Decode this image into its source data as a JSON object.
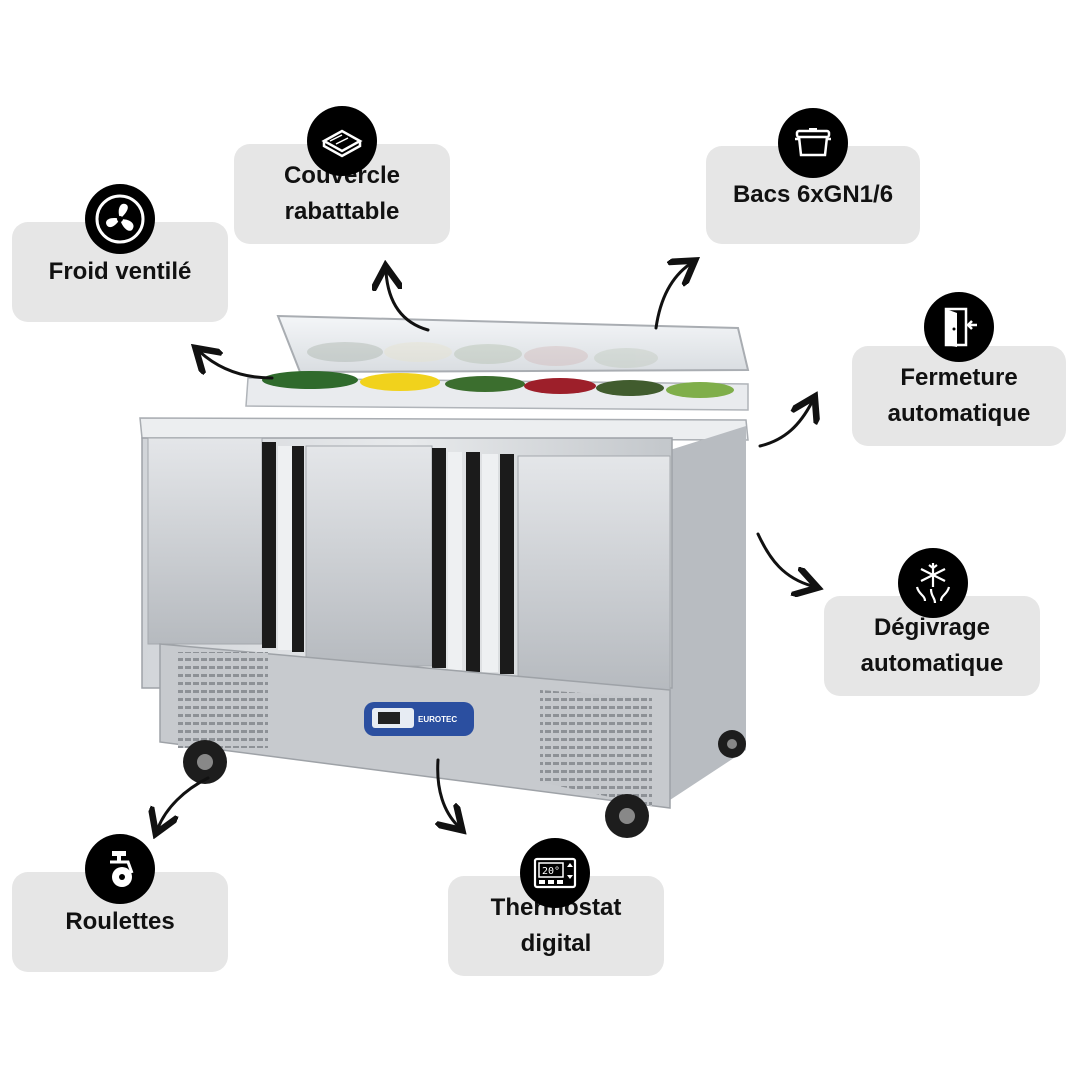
{
  "features": {
    "froid": {
      "label": "Froid ventilé",
      "icon": "fan-icon"
    },
    "couvercle": {
      "label": "Couvercle\nrabattable",
      "icon": "lid-icon"
    },
    "bacs": {
      "label": "Bacs 6xGN1/6",
      "icon": "container-icon"
    },
    "fermeture": {
      "label": "Fermeture\nautomatique",
      "icon": "door-close-icon"
    },
    "degivrage": {
      "label": "Dégivrage\nautomatique",
      "icon": "defrost-icon"
    },
    "roulettes": {
      "label": "Roulettes",
      "icon": "caster-wheel-icon"
    },
    "thermostat": {
      "label": "Thermostat\ndigital",
      "icon": "thermostat-icon",
      "display": "20°"
    }
  },
  "product": {
    "brand": "EUROTEC"
  },
  "colors": {
    "card_bg": "#e6e6e6",
    "icon_bg": "#000000",
    "steel": "#c9ccd0",
    "panel_blue": "#2b4fa0"
  }
}
